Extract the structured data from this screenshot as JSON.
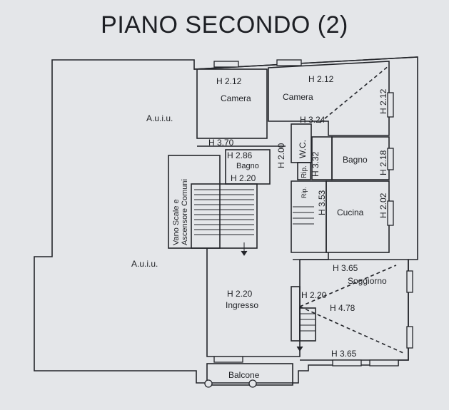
{
  "title": "PIANO SECONDO (2)",
  "labels": {
    "auiu_top": "A.u.i.u.",
    "auiu_bottom": "A.u.i.u.",
    "camera_left_height": "H 2.12",
    "camera_left_name": "Camera",
    "camera_right_height": "H 2.12",
    "camera_right_name": "Camera",
    "h_212_vertical": "H 2.12",
    "h_324": "H 3.24",
    "h_370": "H 3.70",
    "h_286": "H 2.86",
    "bagno_small_name": "Bagno",
    "h_220_bagno": "H 2.20",
    "h_200": "H 2.00",
    "wc": "W.C.",
    "h_332": "H 3.32",
    "bagno_right_name": "Bagno",
    "h_218": "H 2.18",
    "rip_1": "Rip.",
    "rip_2": "Rip.",
    "h_353": "H 3.53",
    "cucina_name": "Cucina",
    "h_202": "H 2.02",
    "vano_scale_1": "Vano Scale e",
    "vano_scale_2": "Ascensore Comuni",
    "h_220_ingresso": "H 2.20",
    "ingresso_name": "Ingresso",
    "h_220_small": "H 2.20",
    "h_365_top": "H 3.65",
    "soggiorno_name": "Soggiorno",
    "h_478": "H 4.78",
    "h_365_bottom": "H 3.65",
    "balcone": "Balcone"
  }
}
